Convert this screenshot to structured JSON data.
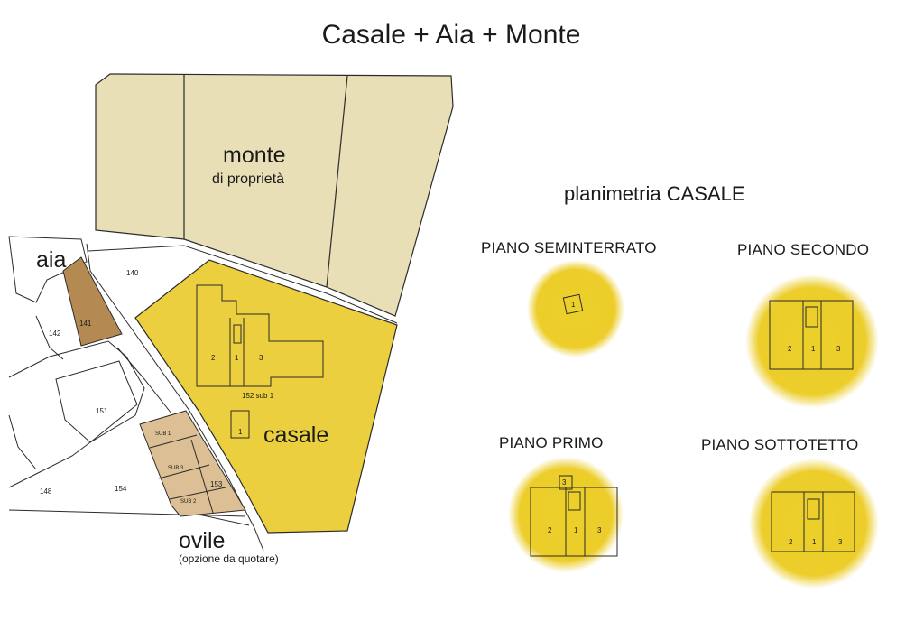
{
  "title": "Casale + Aia + Monte",
  "map": {
    "monte": {
      "label": "monte",
      "sublabel": "di proprietà"
    },
    "aia": {
      "label": "aia"
    },
    "casale": {
      "label": "casale"
    },
    "ovile": {
      "label": "ovile",
      "sublabel": "(opzione da quotare)"
    },
    "parcels": {
      "p140": "140",
      "p141": "141",
      "p142": "142",
      "p151": "151",
      "p148": "148",
      "p154": "154",
      "p153": "153",
      "p152": "152 sub 1"
    },
    "ovile_subs": [
      "SUB 1",
      "SUB 3",
      "SUB 2"
    ],
    "casale_rooms": [
      "2",
      "1",
      "3"
    ],
    "outbuilding": "1"
  },
  "plans": {
    "heading": "planimetria CASALE",
    "seminterrato": {
      "label": "PIANO SEMINTERRATO",
      "rooms": [
        "1"
      ]
    },
    "secondo": {
      "label": "PIANO SECONDO",
      "rooms": [
        "2",
        "1",
        "3"
      ]
    },
    "primo": {
      "label": "PIANO PRIMO",
      "rooms": [
        "3",
        "2",
        "1",
        "3"
      ]
    },
    "sottotetto": {
      "label": "PIANO SOTTOTETTO",
      "rooms": [
        "2",
        "1",
        "3"
      ]
    }
  },
  "colors": {
    "monte_fill": "#e9dfb6",
    "aia_fill": "#b58a52",
    "casale_fill": "#ebcf3e",
    "ovile_fill": "#dcbf94",
    "plan_glow": "#eccd2a",
    "line": "#2b2b2b"
  }
}
